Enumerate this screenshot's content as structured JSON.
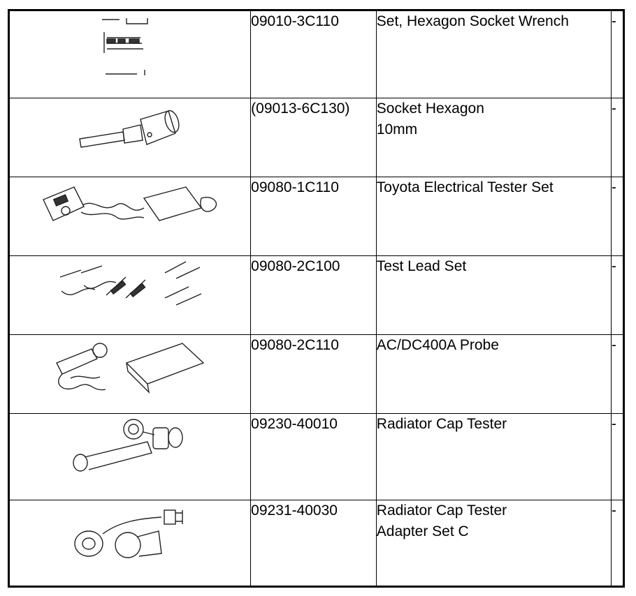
{
  "rows": [
    {
      "part_no": "09010-3C110",
      "name_lines": [
        "Set, Hexagon Socket Wrench"
      ],
      "note": "-",
      "icon": "hex-socket-wrench-set-icon"
    },
    {
      "part_no": "(09013-6C130)",
      "name_lines": [
        "Socket Hexagon",
        "10mm"
      ],
      "note": "-",
      "icon": "socket-hexagon-icon"
    },
    {
      "part_no": "09080-1C110",
      "name_lines": [
        "Toyota Electrical Tester Set"
      ],
      "note": "-",
      "icon": "electrical-tester-set-icon"
    },
    {
      "part_no": "09080-2C100",
      "name_lines": [
        "Test Lead Set"
      ],
      "note": "-",
      "icon": "test-lead-set-icon"
    },
    {
      "part_no": "09080-2C110",
      "name_lines": [
        "AC/DC400A Probe"
      ],
      "note": "-",
      "icon": "current-probe-icon"
    },
    {
      "part_no": "09230-40010",
      "name_lines": [
        "Radiator Cap Tester"
      ],
      "note": "-",
      "icon": "radiator-cap-tester-icon"
    },
    {
      "part_no": "09231-40030",
      "name_lines": [
        "Radiator Cap Tester",
        "Adapter Set C"
      ],
      "note": "-",
      "icon": "radiator-cap-adapter-set-icon"
    }
  ]
}
